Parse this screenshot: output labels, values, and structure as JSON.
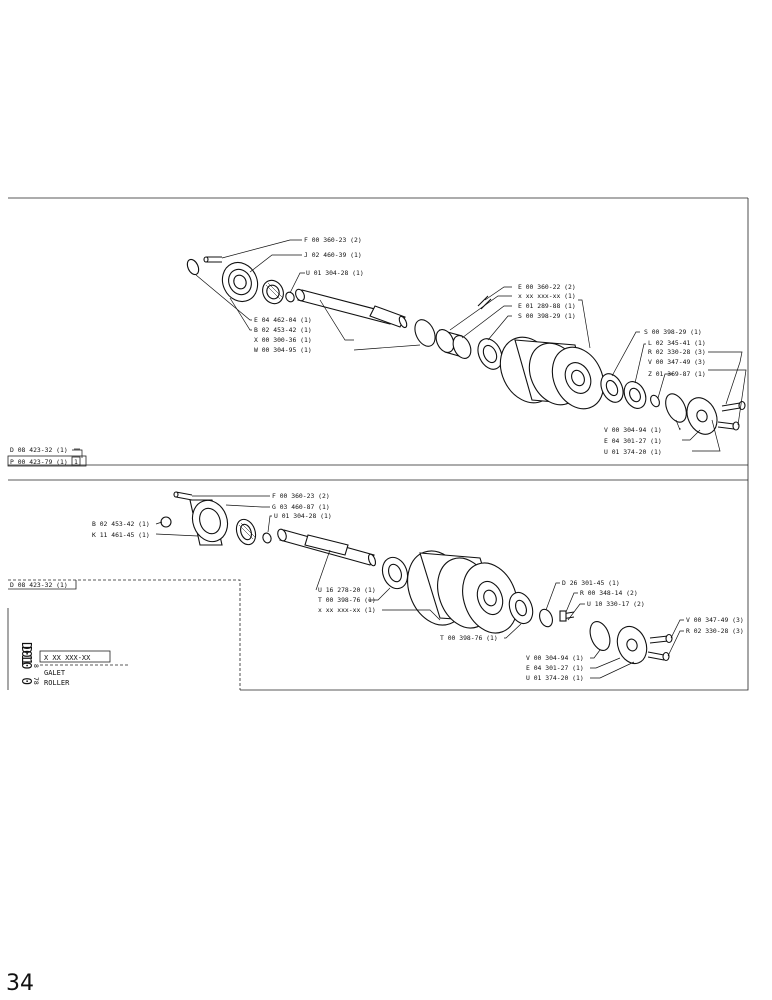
{
  "upper_assembly": {
    "callouts": [
      {
        "label": "F 00 360-23 (2)"
      },
      {
        "label": "J 02 460-39 (1)"
      },
      {
        "label": "U 01 304-28 (1)"
      },
      {
        "label": "E 04 462-04 (1)"
      },
      {
        "label": "B 02 453-42 (1)"
      },
      {
        "label": "X 00 300-36 (1)"
      },
      {
        "label": "W 00 304-95 (1)"
      },
      {
        "label": "E 00 360-22 (2)"
      },
      {
        "label": "x xx xxx-xx (1)"
      },
      {
        "label": "E 01 289-88 (1)"
      },
      {
        "label": "S 00 398-29 (1)"
      },
      {
        "label": "S 00 398-29 (1)"
      },
      {
        "label": "L 02 345-41 (1)"
      },
      {
        "label": "R 02 330-28 (3)"
      },
      {
        "label": "V 00 347-49 (3)"
      },
      {
        "label": "Z 01 369-87 (1)"
      },
      {
        "label": "V 00 304-94 (1)"
      },
      {
        "label": "E 04 301-27 (1)"
      },
      {
        "label": "U 01 374-20 (1)"
      }
    ],
    "ref_main": "D 08 423-32 (1)",
    "ref_sub": "P 00 423-79 (1)",
    "ref_badge": "1"
  },
  "lower_assembly": {
    "ref_main": "D 08 423-32 (1)",
    "callouts": [
      {
        "label": "F 00 360-23 (2)"
      },
      {
        "label": "G 03 460-87 (1)"
      },
      {
        "label": "U 01 304-28 (1)"
      },
      {
        "label": "B 02 453-42 (1)"
      },
      {
        "label": "K 11 461-45 (1)"
      },
      {
        "label": "U 16 278-20 (1)"
      },
      {
        "label": "T 00 398-76 (1)"
      },
      {
        "label": "x xx xxx-xx (1)"
      },
      {
        "label": "D 26 301-45 (1)"
      },
      {
        "label": "R 00 348-14 (2)"
      },
      {
        "label": "U 10 330-17 (2)"
      },
      {
        "label": "V 00 347-49 (3)"
      },
      {
        "label": "R 02 330-28 (3)"
      },
      {
        "label": "T 00 398-76 (1)"
      },
      {
        "label": "V 00 304-94 (1)"
      },
      {
        "label": "E 04 301-27 (1)"
      },
      {
        "label": "U 01 374-20 (1)"
      }
    ]
  },
  "title_block": {
    "vertical_codes": [
      "D01",
      "D10 0"
    ],
    "small_codes": [
      "8",
      "78"
    ],
    "part_number": "X XX XXX-XX",
    "name_fr": "GALET",
    "name_en": "ROLLER"
  },
  "page_number": "34"
}
